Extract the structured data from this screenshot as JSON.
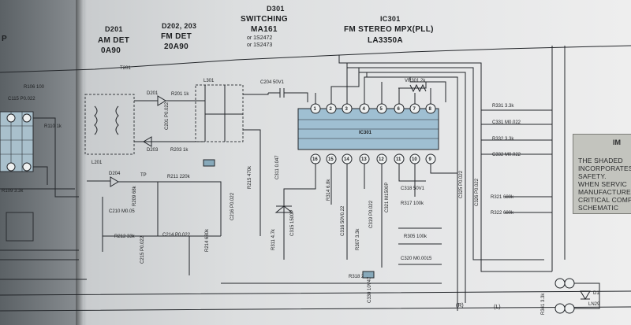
{
  "header": {
    "left_fragment": "P",
    "am_det_ref": "D201",
    "am_det_label": "AM DET",
    "am_det_part": "0A90",
    "fm_det_ref": "D202, 203",
    "fm_det_label": "FM DET",
    "fm_det_part": "20A90",
    "switching_ref": "D301",
    "switching_label": "SWITCHING",
    "switching_part": "MA161",
    "switching_alt1": "or 1S2472",
    "switching_alt2": "or 1S2473",
    "ic_ref": "IC301",
    "ic_label": "FM STEREO MPX(PLL)",
    "ic_part": "LA3350A"
  },
  "components": {
    "r_left_top": "R106 100",
    "c_left_top": "C115 P0.022",
    "r_left_mid": "R110 1k",
    "r_left_bot": "R109 3.3k",
    "t_label": "T201",
    "l201": "L201",
    "d201": "D201",
    "r201": "R201 1k",
    "c201": "C201 P0.022",
    "d203": "D203",
    "r203": "R203 1k",
    "c204": "C204 50V1",
    "d204": "D204",
    "tp": "TP",
    "r211": "R211 220k",
    "r209": "R209 68k",
    "c210": "C210 M0.05",
    "r212": "R212 33k",
    "c214": "C214 P0.022",
    "c215": "C215 P0.022",
    "r214": "R214 680k",
    "r215": "R215 470k",
    "c311": "C311 0.047",
    "r311": "R311 4.7k",
    "c315": "C315 1500P",
    "r314": "R314 6.8k",
    "c316": "C316 50V0.22",
    "r307": "R307 3.3k",
    "c319": "C319 P0.022",
    "c321": "C321 M1500P",
    "c318": "C318 50V1",
    "r317": "R317 100k",
    "vr301": "VR301 2k",
    "r305": "R305 100k",
    "c320": "C320 M0.0015",
    "r318": "R318 220",
    "c330": "C330 10V47",
    "r331": "R331 3.3k",
    "c331": "C331 M0.022",
    "r332": "R332 3.3k",
    "c332": "C332 M0.022",
    "c325": "C325 P0.022",
    "c326": "C326 P0.022",
    "r321": "R321 680k",
    "r322": "R322 680k",
    "r_right_bot": "R341 3.3k",
    "d1": "D1",
    "led": "LN29",
    "left_ch": "(R)",
    "right_ch": "(L)"
  },
  "ic_pins": [
    "1",
    "2",
    "3",
    "4",
    "5",
    "6",
    "7",
    "8",
    "9",
    "10",
    "11",
    "12",
    "13",
    "14",
    "15",
    "16"
  ],
  "note": {
    "title": "IM",
    "lines": [
      "THE SHADED",
      "INCORPORATES",
      "SAFETY.",
      "WHEN SERVIC",
      "MANUFACTURE",
      "CRITICAL COMP",
      "SCHEMATIC"
    ]
  }
}
